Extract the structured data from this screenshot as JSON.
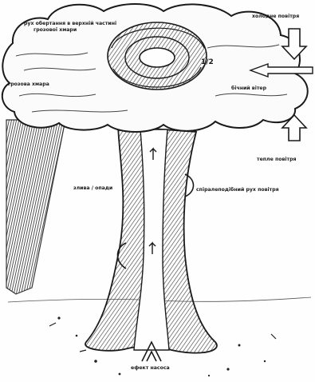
{
  "labels": {
    "cloud_rotation": "рух обертання в верхній частині",
    "cloud_rotation_2": "грозової хмари",
    "cold_air": "холодне повітря",
    "side_wind": "бічний вітер",
    "storm_cloud": "грозова хмара",
    "warm_air": "тепле повітря",
    "downpour": "злива / опади",
    "spiral_motion": "спіралеподібний рух повітря",
    "funnel_effect": "ефект насоса"
  },
  "colors": {
    "ink": "#1a1a1a",
    "hatch": "#3a3a3a",
    "rain": "#4a4a4a",
    "paper": "#fefefe"
  }
}
